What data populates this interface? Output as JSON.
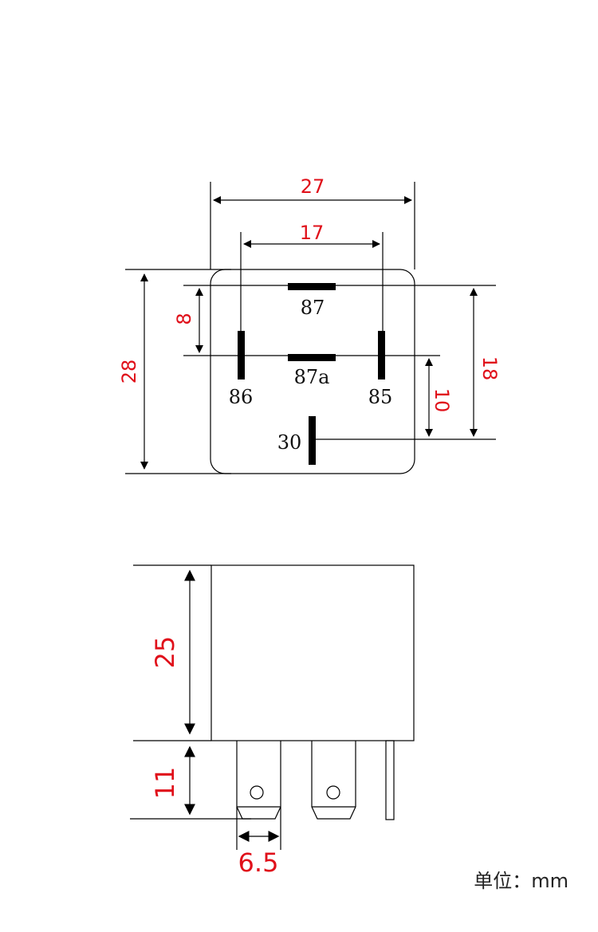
{
  "top_view": {
    "dims": {
      "width_outer": "27",
      "pin_span": "17",
      "height_outer": "28",
      "pin_offset": "8",
      "lower_span": "10",
      "upper_span": "18"
    },
    "pins": {
      "p87": "87",
      "p87a": "87a",
      "p86": "86",
      "p85": "85",
      "p30": "30"
    }
  },
  "side_view": {
    "dims": {
      "body_height": "25",
      "terminal_length": "11",
      "terminal_width": "6.5"
    }
  },
  "unit_label": "单位：mm",
  "colors": {
    "dimension": "#e0101a",
    "line": "#000000"
  }
}
